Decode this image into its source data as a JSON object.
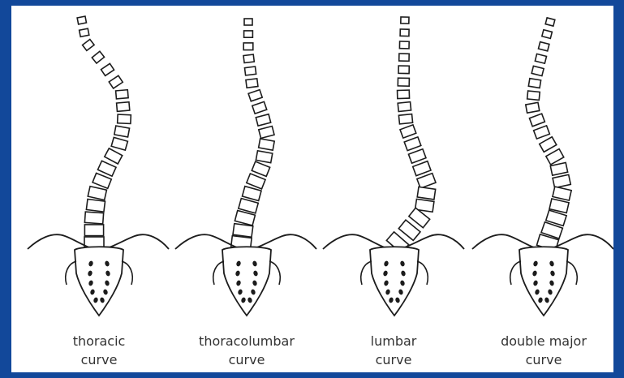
{
  "colors": {
    "frame": "#12489a",
    "panel": "#ffffff",
    "ink": "#1c1c1c",
    "text": "#333333"
  },
  "diagrams": [
    {
      "caption_line1": "thoracic",
      "caption_line2": "curve"
    },
    {
      "caption_line1": "thoracolumbar",
      "caption_line2": "curve"
    },
    {
      "caption_line1": "lumbar",
      "caption_line2": "curve"
    },
    {
      "caption_line1": "double major",
      "caption_line2": "curve"
    }
  ]
}
